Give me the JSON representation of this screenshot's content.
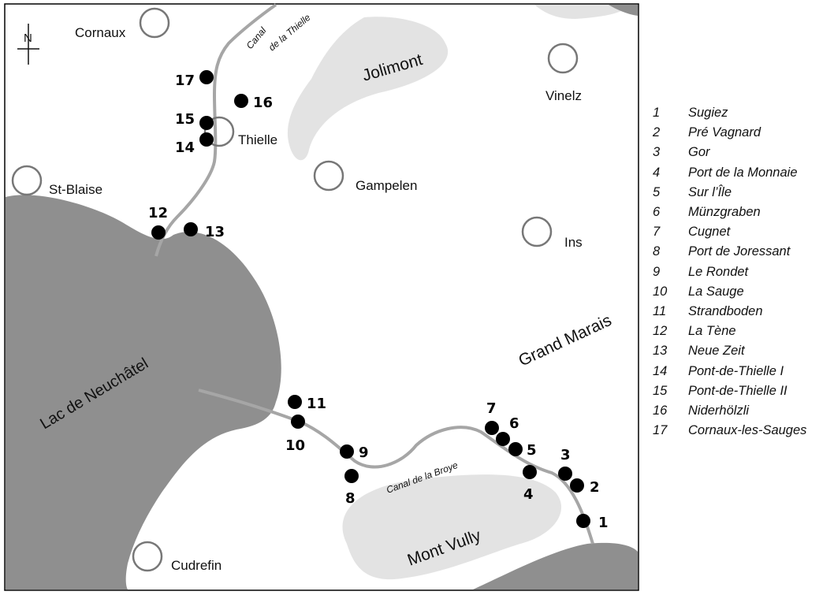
{
  "north": {
    "label": "N"
  },
  "towns": [
    {
      "id": "cornaux",
      "name": "Cornaux"
    },
    {
      "id": "vinelz",
      "name": "Vinelz"
    },
    {
      "id": "thielle",
      "name": "Thielle"
    },
    {
      "id": "st-blaise",
      "name": "St-Blaise"
    },
    {
      "id": "gampelen",
      "name": "Gampelen"
    },
    {
      "id": "ins",
      "name": "Ins"
    },
    {
      "id": "cudrefin",
      "name": "Cudrefin"
    }
  ],
  "water": {
    "lake_label": "Lac de Neuchâtel"
  },
  "regions": {
    "jolimont": "Jolimont",
    "grand_marais": "Grand Marais",
    "mont_vully": "Mont Vully"
  },
  "canals": {
    "thielle_line1": "Canal",
    "thielle_line2": "de la Thielle",
    "broye": "Canal de la Broye"
  },
  "sites": [
    {
      "num": "1",
      "name": "Sugiez"
    },
    {
      "num": "2",
      "name": "Pré Vagnard"
    },
    {
      "num": "3",
      "name": "Gor"
    },
    {
      "num": "4",
      "name": "Port de la Monnaie"
    },
    {
      "num": "5",
      "name": "Sur l’Île"
    },
    {
      "num": "6",
      "name": "Münzgraben"
    },
    {
      "num": "7",
      "name": "Cugnet"
    },
    {
      "num": "8",
      "name": "Port de Joressant"
    },
    {
      "num": "9",
      "name": "Le Rondet"
    },
    {
      "num": "10",
      "name": "La Sauge"
    },
    {
      "num": "11",
      "name": "Strandboden"
    },
    {
      "num": "12",
      "name": "La Tène"
    },
    {
      "num": "13",
      "name": "Neue Zeit"
    },
    {
      "num": "14",
      "name": "Pont-de-Thielle I"
    },
    {
      "num": "15",
      "name": "Pont-de-Thielle II"
    },
    {
      "num": "16",
      "name": "Niderhölzli"
    },
    {
      "num": "17",
      "name": "Cornaux-les-Sauges"
    }
  ],
  "colors": {
    "water": "#8f8f8f",
    "hill": "#e3e3e3",
    "canal": "#a6a6a6",
    "frame": "#000000",
    "site": "#000000"
  }
}
